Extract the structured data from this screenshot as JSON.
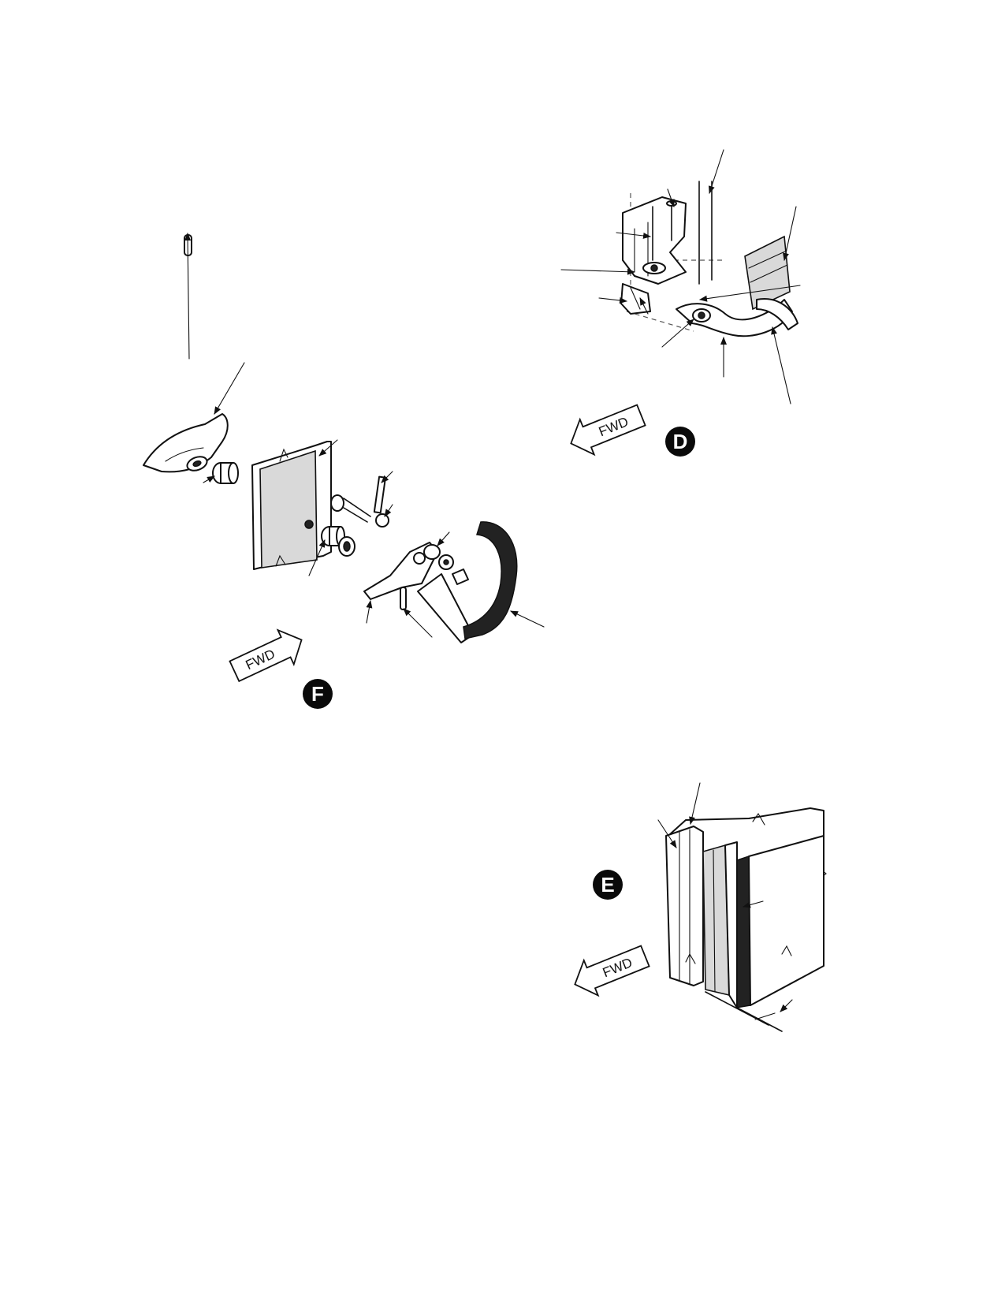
{
  "views": {
    "d": {
      "letter": "D",
      "fwd_label": "FWD"
    },
    "e": {
      "letter": "E",
      "fwd_label": "FWD"
    },
    "f": {
      "letter": "F",
      "fwd_label": "FWD"
    }
  },
  "colors": {
    "ink": "#111111",
    "badge": "#0a0a0a",
    "paper": "#ffffff"
  }
}
